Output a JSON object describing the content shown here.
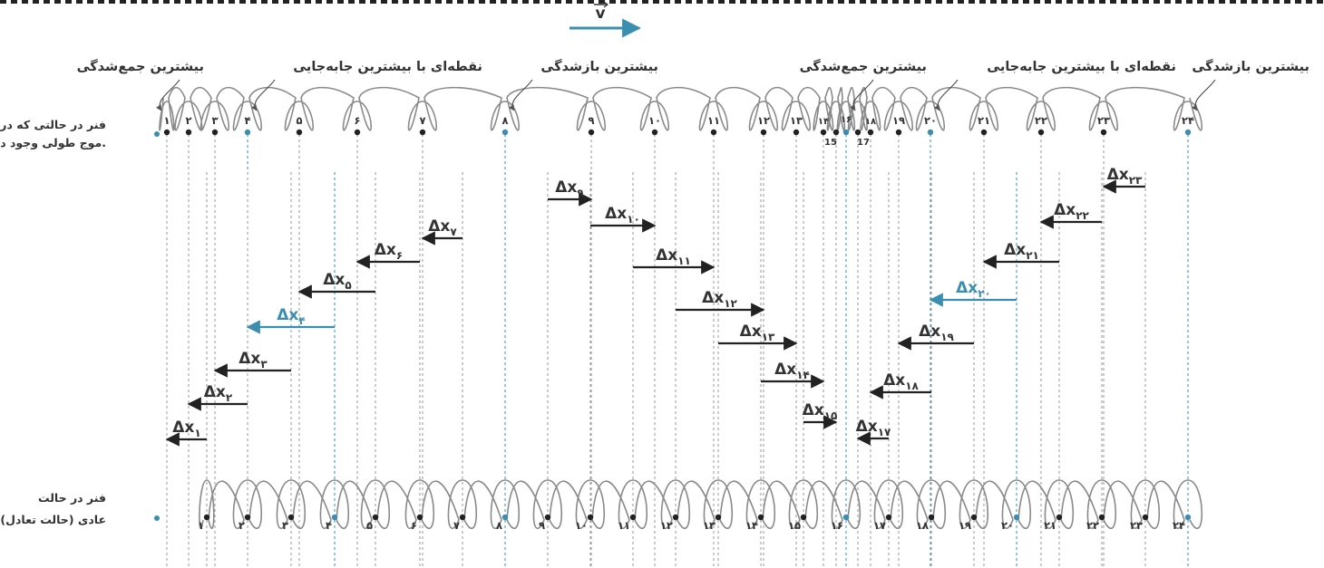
{
  "velocity_label": "v",
  "colors": {
    "ink": "#333333",
    "accent": "#3a8fb0",
    "guide": "#9a9a9a"
  },
  "compressed_spring_note": [
    "فنر در حالتی که در آن",
    "موج طولی وجود دارد."
  ],
  "rest_spring_note": [
    "فنر در حالت",
    "عادی (حالت تعادل)"
  ],
  "top_labels": [
    {
      "text": "بیشترین جمع‌شدگی",
      "target": 1
    },
    {
      "text": "نقطه‌ای با بیشترین جابه‌جایی",
      "target": 4
    },
    {
      "text": "بیشترین بازشدگی",
      "target": 8
    },
    {
      "text": "بیشترین جمع‌شدگی",
      "target": 16
    },
    {
      "text": "نقطه‌ای با بیشترین جابه‌جایی",
      "target": 20
    },
    {
      "text": "بیشترین بازشدگی",
      "target": 24
    }
  ],
  "top_coils": [
    {
      "n": 1,
      "label": "۱"
    },
    {
      "n": 2,
      "label": "۲"
    },
    {
      "n": 3,
      "label": "۳"
    },
    {
      "n": 4,
      "label": "۴"
    },
    {
      "n": 5,
      "label": "۵"
    },
    {
      "n": 6,
      "label": "۶"
    },
    {
      "n": 7,
      "label": "۷"
    },
    {
      "n": 8,
      "label": "۸"
    },
    {
      "n": 9,
      "label": "۹"
    },
    {
      "n": 10,
      "label": "۱۰"
    },
    {
      "n": 11,
      "label": "۱۱"
    },
    {
      "n": 12,
      "label": "۱۲"
    },
    {
      "n": 13,
      "label": "۱۳"
    },
    {
      "n": 14,
      "label": "۱۴"
    },
    {
      "n": 15,
      "label": "15"
    },
    {
      "n": 16,
      "label": "۱۶"
    },
    {
      "n": 17,
      "label": "17"
    },
    {
      "n": 18,
      "label": "۱۸"
    },
    {
      "n": 19,
      "label": "۱۹"
    },
    {
      "n": 20,
      "label": "۲۰"
    },
    {
      "n": 21,
      "label": "۲۱"
    },
    {
      "n": 22,
      "label": "۲۲"
    },
    {
      "n": 23,
      "label": "۲۳"
    },
    {
      "n": 24,
      "label": "۲۴"
    }
  ],
  "bottom_coils": [
    {
      "n": 1,
      "label": "۱"
    },
    {
      "n": 2,
      "label": "۲"
    },
    {
      "n": 3,
      "label": "۳"
    },
    {
      "n": 4,
      "label": "۴"
    },
    {
      "n": 5,
      "label": "۵"
    },
    {
      "n": 6,
      "label": "۶"
    },
    {
      "n": 7,
      "label": "۷"
    },
    {
      "n": 8,
      "label": "۸"
    },
    {
      "n": 9,
      "label": "۹"
    },
    {
      "n": 10,
      "label": "۱۰"
    },
    {
      "n": 11,
      "label": "۱۱"
    },
    {
      "n": 12,
      "label": "۱۲"
    },
    {
      "n": 13,
      "label": "۱۳"
    },
    {
      "n": 14,
      "label": "۱۴"
    },
    {
      "n": 15,
      "label": "۱۵"
    },
    {
      "n": 16,
      "label": "۱۶"
    },
    {
      "n": 17,
      "label": "۱۷"
    },
    {
      "n": 18,
      "label": "۱۸"
    },
    {
      "n": 19,
      "label": "۱۹"
    },
    {
      "n": 20,
      "label": "۲۰"
    },
    {
      "n": 21,
      "label": "۲۱"
    },
    {
      "n": 22,
      "label": "۲۲"
    },
    {
      "n": 23,
      "label": "۲۳"
    },
    {
      "n": 24,
      "label": "۲۴"
    }
  ],
  "displacements": [
    {
      "n": 1,
      "symbol": "Δx",
      "sub": "۱"
    },
    {
      "n": 2,
      "symbol": "Δx",
      "sub": "۲"
    },
    {
      "n": 3,
      "symbol": "Δx",
      "sub": "۳"
    },
    {
      "n": 4,
      "symbol": "Δx",
      "sub": "۴"
    },
    {
      "n": 5,
      "symbol": "Δx",
      "sub": "۵"
    },
    {
      "n": 6,
      "symbol": "Δx",
      "sub": "۶"
    },
    {
      "n": 7,
      "symbol": "Δx",
      "sub": "۷"
    },
    {
      "n": 9,
      "symbol": "Δx",
      "sub": "۹"
    },
    {
      "n": 10,
      "symbol": "Δx",
      "sub": "۱۰"
    },
    {
      "n": 11,
      "symbol": "Δx",
      "sub": "۱۱"
    },
    {
      "n": 12,
      "symbol": "Δx",
      "sub": "۱۲"
    },
    {
      "n": 13,
      "symbol": "Δx",
      "sub": "۱۳"
    },
    {
      "n": 14,
      "symbol": "Δx",
      "sub": "۱۴"
    },
    {
      "n": 15,
      "symbol": "Δx",
      "sub": "۱۵"
    },
    {
      "n": 17,
      "symbol": "Δx",
      "sub": "۱۷"
    },
    {
      "n": 18,
      "symbol": "Δx",
      "sub": "۱۸"
    },
    {
      "n": 19,
      "symbol": "Δx",
      "sub": "۱۹"
    },
    {
      "n": 20,
      "symbol": "Δx",
      "sub": "۲۰"
    },
    {
      "n": 21,
      "symbol": "Δx",
      "sub": "۲۱"
    },
    {
      "n": 22,
      "symbol": "Δx",
      "sub": "۲۲"
    },
    {
      "n": 23,
      "symbol": "Δx",
      "sub": "۲۳"
    }
  ]
}
